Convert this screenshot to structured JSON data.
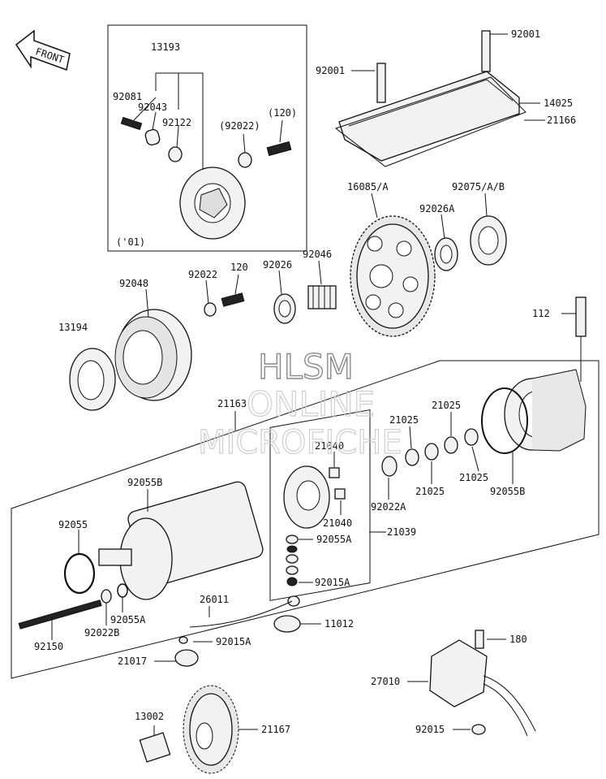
{
  "front_label": "FRONT",
  "watermark": {
    "line1": "HLSM",
    "line2": "ONLINE",
    "line3": "MICROFICHE"
  },
  "inset_year": "('01)",
  "labels": {
    "p13193": "13193",
    "p92081": "92081",
    "p92043": "92043",
    "p92122": "92122",
    "p92022_paren": "(92022)",
    "p120_paren": "(120)",
    "p92001_top": "92001",
    "p92001_left": "92001",
    "p14025": "14025",
    "p21166": "21166",
    "p16085": "16085/A",
    "p92075": "92075/A/B",
    "p92026A": "92026A",
    "p92048": "92048",
    "p92022": "92022",
    "p120": "120",
    "p92026": "92026",
    "p92046": "92046",
    "p112": "112",
    "p13194": "13194",
    "p21163": "21163",
    "p21040_top": "21040",
    "p21025_a": "21025",
    "p21025_b": "21025",
    "p21025_c": "21025",
    "p21025_d": "21025",
    "p92055B_left": "92055B",
    "p92055B_right": "92055B",
    "p92022A": "92022A",
    "p21040_bot": "21040",
    "p92055": "92055",
    "p92055A_mid": "92055A",
    "p21039": "21039",
    "p92015A_mid": "92015A",
    "p92055A_low": "92055A",
    "p92022B": "92022B",
    "p26011": "26011",
    "p11012": "11012",
    "p92150": "92150",
    "p92015A_low": "92015A",
    "p21017": "21017",
    "p180": "180",
    "p27010": "27010",
    "p13002": "13002",
    "p21167": "21167",
    "p92015": "92015"
  }
}
